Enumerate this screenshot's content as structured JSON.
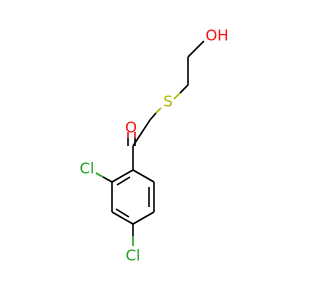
{
  "molecule": {
    "colors": {
      "bond": "#000000",
      "oxygen": "#ff0d0d",
      "sulfur": "#b2b200",
      "chlorine": "#1fa01f"
    },
    "atoms": {
      "hydroxyl_oxygen": "OH",
      "sulfur": "S",
      "carbonyl_oxygen": "O",
      "chlorine_ortho": "Cl",
      "chlorine_para": "Cl"
    }
  }
}
